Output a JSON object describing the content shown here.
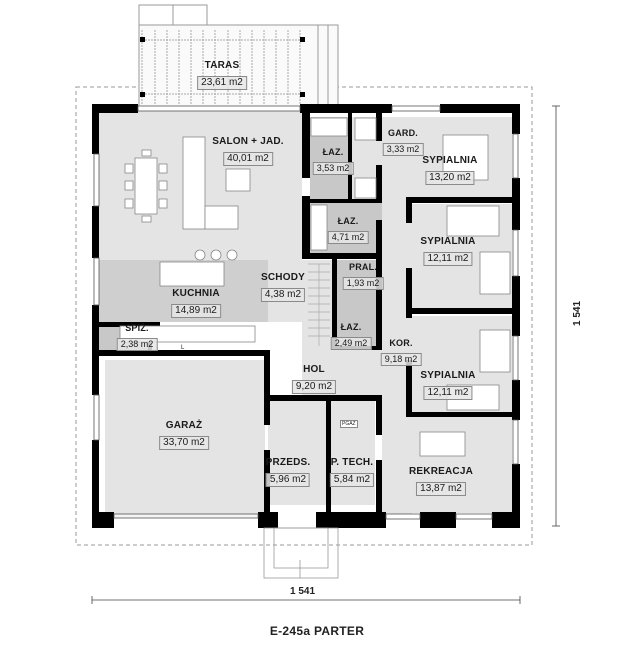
{
  "plan": {
    "title": "E-245a PARTER",
    "dimensions": {
      "width_label": "1 541",
      "depth_label": "1 541"
    },
    "rooms": [
      {
        "id": "taras",
        "name": "TARAS",
        "area": "23,61 m2"
      },
      {
        "id": "salon",
        "name": "SALON + JAD.",
        "area": "40,01 m2"
      },
      {
        "id": "laz1",
        "name": "ŁAZ.",
        "area": "3,53 m2"
      },
      {
        "id": "gard",
        "name": "GARD.",
        "area": "3,33 m2"
      },
      {
        "id": "sypialnia1",
        "name": "SYPIALNIA",
        "area": "13,20 m2"
      },
      {
        "id": "laz2",
        "name": "ŁAZ.",
        "area": "4,71 m2"
      },
      {
        "id": "sypialnia2",
        "name": "SYPIALNIA",
        "area": "12,11 m2"
      },
      {
        "id": "pral",
        "name": "PRAL.",
        "area": "1,93 m2"
      },
      {
        "id": "schody",
        "name": "SCHODY",
        "area": "4,38 m2"
      },
      {
        "id": "kuchnia",
        "name": "KUCHNIA",
        "area": "14,89 m2"
      },
      {
        "id": "laz3",
        "name": "ŁAZ.",
        "area": "2,49 m2"
      },
      {
        "id": "spiz",
        "name": "SPIŻ.",
        "area": "2,38 m2"
      },
      {
        "id": "kor",
        "name": "KOR.",
        "area": "9,18 m2"
      },
      {
        "id": "hol",
        "name": "HOL",
        "area": "9,20 m2"
      },
      {
        "id": "sypialnia3",
        "name": "SYPIALNIA",
        "area": "12,11 m2"
      },
      {
        "id": "garaz",
        "name": "GARAŻ",
        "area": "33,70 m2"
      },
      {
        "id": "przeds",
        "name": "PRZEDS.",
        "area": "5,96 m2"
      },
      {
        "id": "ptech",
        "name": "P. TECH.",
        "area": "5,84 m2"
      },
      {
        "id": "rekreacja",
        "name": "REKREACJA",
        "area": "13,87 m2"
      }
    ],
    "equipment_labels": {
      "boiler": "PGAZ",
      "fridge": "L"
    },
    "colors": {
      "wall": "#000000",
      "floor": "#e4e4e4",
      "wet_floor": "#c8c8c8",
      "kitchen_floor": "#cfcfcf",
      "outline": "#9a9a9a"
    }
  }
}
